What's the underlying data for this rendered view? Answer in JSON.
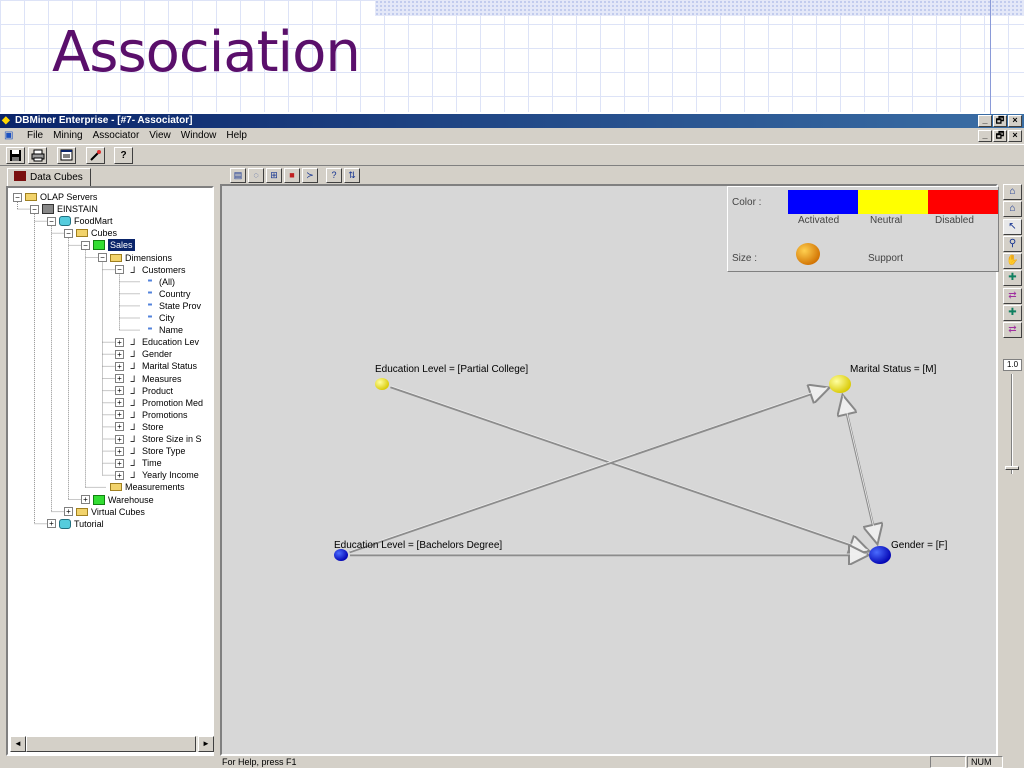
{
  "slide": {
    "title": "Association"
  },
  "window": {
    "title": "DBMiner Enterprise - [#7- Associator]",
    "controls": {
      "minimize": "_",
      "restore": "🗗",
      "close": "×"
    }
  },
  "menu": {
    "items": [
      "File",
      "Mining",
      "Associator",
      "View",
      "Window",
      "Help"
    ]
  },
  "toolbar": {
    "help_label": "?"
  },
  "left_pane": {
    "tab_label": "Data Cubes",
    "tree": [
      {
        "label": "OLAP Servers",
        "level": 0,
        "toggle": "−",
        "icon": "folder"
      },
      {
        "label": "EINSTAIN",
        "level": 1,
        "toggle": "−",
        "icon": "server"
      },
      {
        "label": "FoodMart",
        "level": 2,
        "toggle": "−",
        "icon": "db"
      },
      {
        "label": "Cubes",
        "level": 3,
        "toggle": "−",
        "icon": "folder"
      },
      {
        "label": "Sales",
        "level": 4,
        "toggle": "−",
        "icon": "cube",
        "selected": true
      },
      {
        "label": "Dimensions",
        "level": 5,
        "toggle": "−",
        "icon": "folder"
      },
      {
        "label": "Customers",
        "level": 6,
        "toggle": "−",
        "icon": "dim"
      },
      {
        "label": "(All)",
        "level": 7,
        "toggle": "",
        "icon": "level"
      },
      {
        "label": "Country",
        "level": 7,
        "toggle": "",
        "icon": "level"
      },
      {
        "label": "State Prov",
        "level": 7,
        "toggle": "",
        "icon": "level"
      },
      {
        "label": "City",
        "level": 7,
        "toggle": "",
        "icon": "level"
      },
      {
        "label": "Name",
        "level": 7,
        "toggle": "",
        "icon": "level"
      },
      {
        "label": "Education Lev",
        "level": 6,
        "toggle": "+",
        "icon": "dim"
      },
      {
        "label": "Gender",
        "level": 6,
        "toggle": "+",
        "icon": "dim"
      },
      {
        "label": "Marital Status",
        "level": 6,
        "toggle": "+",
        "icon": "dim"
      },
      {
        "label": "Measures",
        "level": 6,
        "toggle": "+",
        "icon": "dim"
      },
      {
        "label": "Product",
        "level": 6,
        "toggle": "+",
        "icon": "dim"
      },
      {
        "label": "Promotion Med",
        "level": 6,
        "toggle": "+",
        "icon": "dim"
      },
      {
        "label": "Promotions",
        "level": 6,
        "toggle": "+",
        "icon": "dim"
      },
      {
        "label": "Store",
        "level": 6,
        "toggle": "+",
        "icon": "dim"
      },
      {
        "label": "Store Size in S",
        "level": 6,
        "toggle": "+",
        "icon": "dim"
      },
      {
        "label": "Store Type",
        "level": 6,
        "toggle": "+",
        "icon": "dim"
      },
      {
        "label": "Time",
        "level": 6,
        "toggle": "+",
        "icon": "dim"
      },
      {
        "label": "Yearly Income",
        "level": 6,
        "toggle": "+",
        "icon": "dim"
      },
      {
        "label": "Measurements",
        "level": 5,
        "toggle": "",
        "icon": "folder"
      },
      {
        "label": "Warehouse",
        "level": 4,
        "toggle": "+",
        "icon": "cube"
      },
      {
        "label": "Virtual Cubes",
        "level": 3,
        "toggle": "+",
        "icon": "folder"
      },
      {
        "label": "Tutorial",
        "level": 2,
        "toggle": "+",
        "icon": "db"
      }
    ],
    "scroll_left": "◄",
    "scroll_right": "►"
  },
  "legend": {
    "color_label": "Color :",
    "size_label": "Size :",
    "activated_label": "Activated",
    "neutral_label": "Neutral",
    "disabled_label": "Disabled",
    "support_label": "Support",
    "activated_color": "#0000ff",
    "neutral_color": "#ffff00",
    "disabled_color": "#ff0000"
  },
  "graph": {
    "nodes": [
      {
        "id": "edu-partial",
        "label": "Education Level = [Partial College]",
        "state": "neutral",
        "support": "small"
      },
      {
        "id": "marital-m",
        "label": "Marital Status = [M]",
        "state": "neutral",
        "support": "large"
      },
      {
        "id": "edu-bachelors",
        "label": "Education Level = [Bachelors Degree]",
        "state": "activated",
        "support": "small"
      },
      {
        "id": "gender-f",
        "label": "Gender = [F]",
        "state": "activated",
        "support": "large"
      }
    ],
    "edges": [
      {
        "from": "edu-partial",
        "to": "gender-f"
      },
      {
        "from": "edu-bachelors",
        "to": "marital-m"
      },
      {
        "from": "edu-bachelors",
        "to": "gender-f"
      },
      {
        "from": "marital-m",
        "to": "gender-f",
        "bidirectional": true
      }
    ]
  },
  "zoom": {
    "value": "1.0"
  },
  "status": {
    "help_text": "For Help, press F1",
    "num": "NUM"
  }
}
